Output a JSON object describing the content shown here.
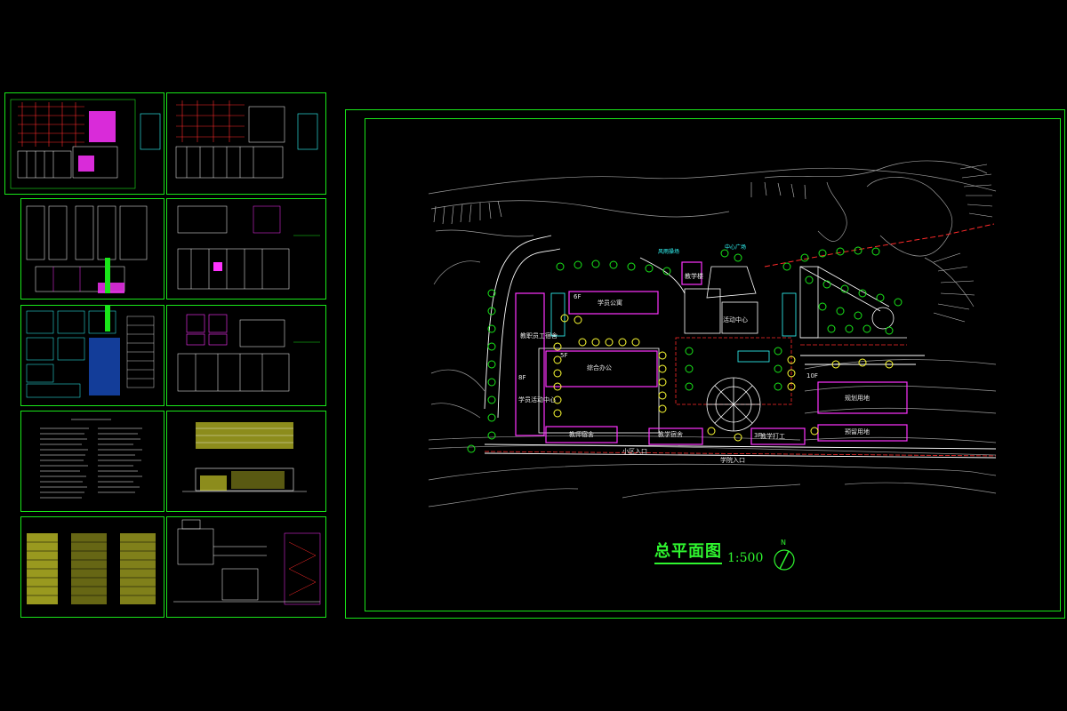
{
  "main_sheet": {
    "title": "总平面图",
    "scale": "1:500"
  },
  "site_labels": {
    "building_main": "学员公寓",
    "activity": "活动中心",
    "b_staff": "综合办公",
    "dorm_left": "教职员工宿舍",
    "left_upper": "教学楼",
    "left_mid": "学员活动中心",
    "bottom_1": "教师宿舍",
    "bottom_2": "教学宿舍",
    "bottom_3": "教学打工",
    "right_1": "规划用地",
    "right_2": "预留用地",
    "gate_main": "学院入口",
    "gate_side": "小区入口",
    "top_tag1": "风雨操场",
    "top_tag2": "中心广场",
    "floor_3f": "3F",
    "floor_5f": "5F",
    "floor_6f": "6F",
    "floor_8f": "8F",
    "floor_10f": "10F"
  },
  "colors": {
    "frame": "#19e619",
    "building": "#ff33ff",
    "trees": "#ffff33",
    "road": "#ffffff",
    "contour": "#9a9a9a",
    "red_line": "#ff2a2a",
    "cyan": "#33ffff"
  }
}
